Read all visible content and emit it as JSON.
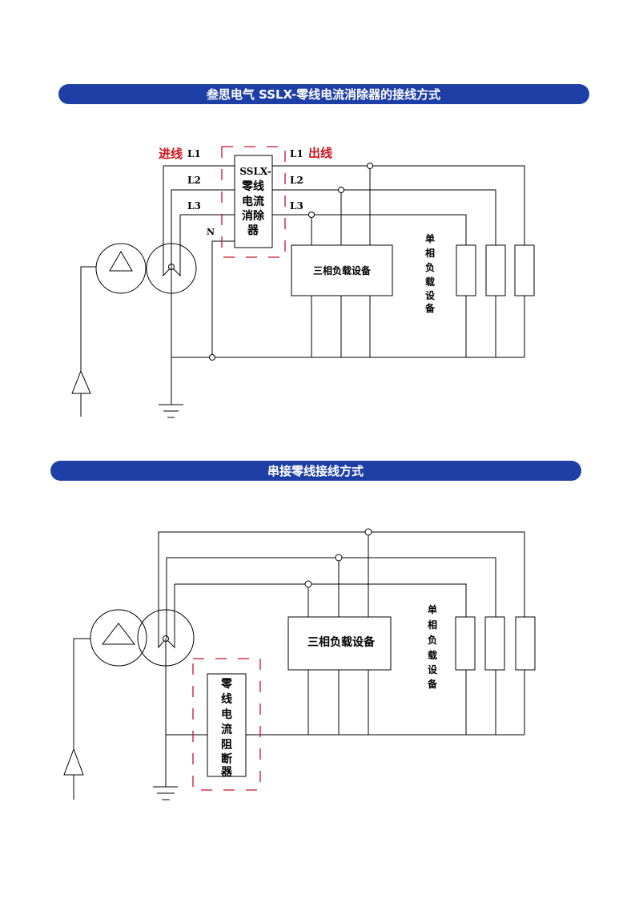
{
  "colors": {
    "banner": "#1e40a6",
    "accent_red": "#d0101a"
  },
  "diagram1": {
    "title": "叁思电气 SSLX-零线电流消除器的接线方式",
    "in_label": "进线",
    "out_label": "出线",
    "in_lines": [
      "L1",
      "L2",
      "L3"
    ],
    "out_lines": [
      "L1",
      "L2",
      "L3"
    ],
    "neutral": "N",
    "device_lines": [
      "SSLX-",
      "零线",
      "电流",
      "消除",
      "器"
    ],
    "three_phase_load": "三相负载设备",
    "single_phase_load": [
      "单",
      "相",
      "负",
      "载",
      "设",
      "备"
    ]
  },
  "diagram2": {
    "title": "串接零线接线方式",
    "three_phase_load": "三相负载设备",
    "single_phase_load": [
      "单",
      "相",
      "负",
      "载",
      "设",
      "备"
    ],
    "device_lines": [
      "零",
      "线",
      "电",
      "流",
      "阻",
      "断",
      "器"
    ]
  }
}
